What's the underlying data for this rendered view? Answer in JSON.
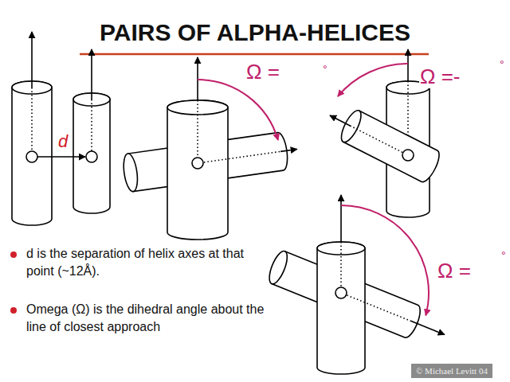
{
  "diagram": {
    "title": "PAIRS OF ALPHA-HELICES",
    "labels": [
      "d",
      "Ω =",
      "°",
      "Ω =-",
      "°",
      "Ω =",
      "°",
      "d is the separation of helix axes at that point (~12Å).",
      "Omega (Ω) is the dihedral angle about the line of closest approach",
      "© Michael Levitt 04"
    ]
  }
}
